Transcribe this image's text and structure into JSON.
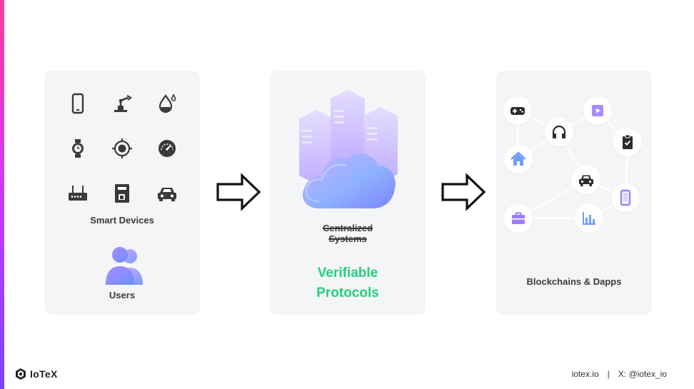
{
  "panels": {
    "devices": {
      "smart_devices_label": "Smart Devices",
      "users_label": "Users"
    },
    "central": {
      "struck_title_line1": "Centralized",
      "struck_title_line2": "Systems",
      "replacement_line1": "Verifiable",
      "replacement_line2": "Protocols"
    },
    "chain": {
      "label": "Blockchains & Dapps"
    }
  },
  "footer": {
    "brand": "IoTeX",
    "site": "iotex.io",
    "separator": "|",
    "social": "X: @iotex_io"
  },
  "colors": {
    "accent_green": "#1fd17b",
    "device_icon": "#3a3a3a",
    "users_gradient": [
      "#c9a8ff",
      "#7a9cff"
    ],
    "node_blue": "#6e9dff",
    "node_purple": "#9d7bff"
  }
}
